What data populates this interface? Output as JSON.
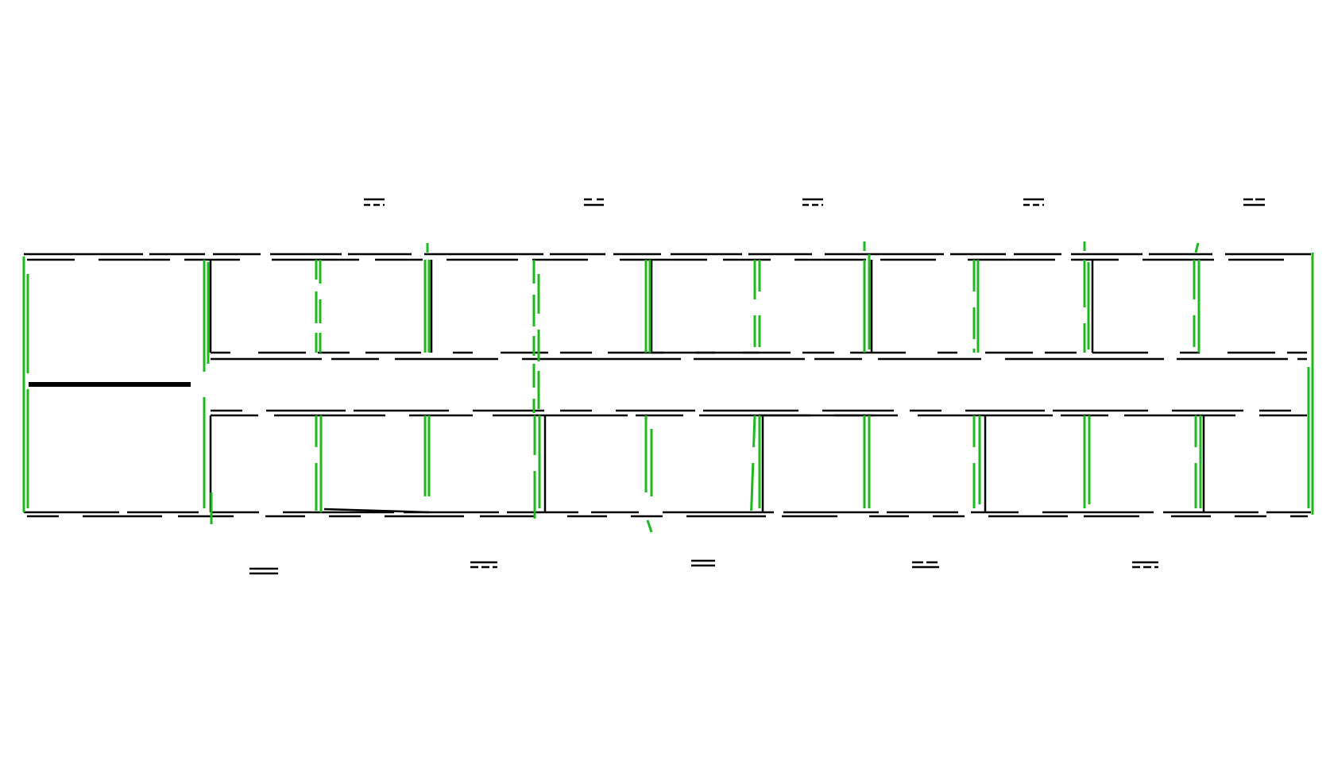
{
  "plan": {
    "wall_color": "#000000",
    "opening_color": "#1db81d",
    "background": "#ffffff",
    "upper_row_rooms": 10,
    "lower_row_rooms": 10,
    "top_markers": 5,
    "bottom_markers": 5
  }
}
